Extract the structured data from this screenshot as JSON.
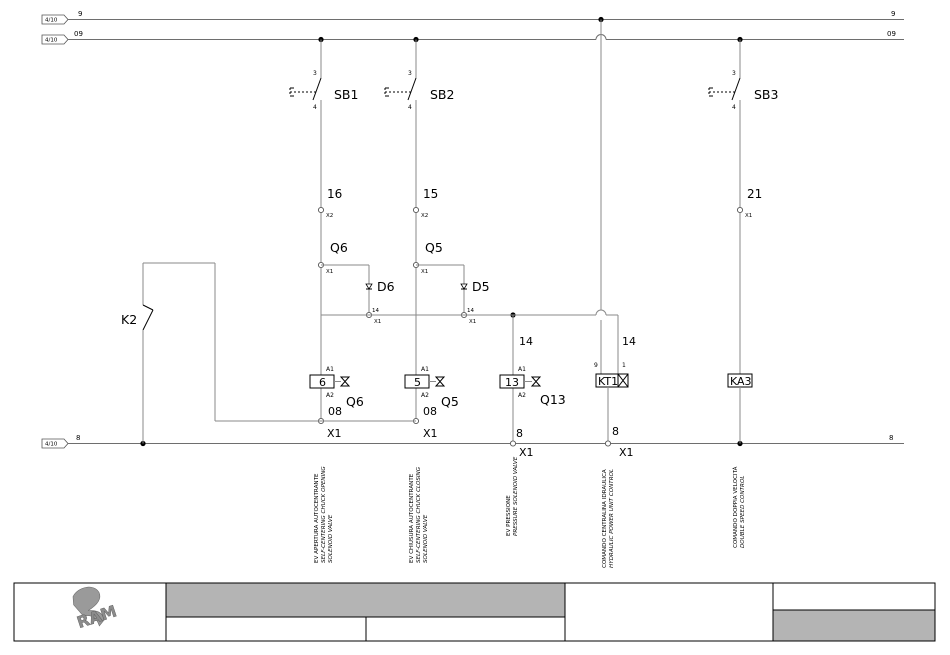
{
  "rails": {
    "r9": {
      "tag": "4/10",
      "left": "9",
      "right": "9"
    },
    "r09": {
      "tag": "4/10",
      "left": "09",
      "right": "09"
    },
    "r8": {
      "tag": "4/10",
      "left": "8",
      "right": "8"
    }
  },
  "buttons": [
    {
      "name": "SB1",
      "pin_top": "3",
      "pin_bot": "4"
    },
    {
      "name": "SB2",
      "pin_top": "3",
      "pin_bot": "4"
    },
    {
      "name": "SB3",
      "pin_top": "3",
      "pin_bot": "4"
    }
  ],
  "wires": {
    "w16": "16",
    "w15": "15",
    "w21": "21",
    "w14a": "14",
    "w14b": "14",
    "w14c": "14",
    "w8a": "8",
    "w8b": "8",
    "w08a": "08",
    "w08b": "08"
  },
  "terminals": {
    "x1": "X1",
    "x2": "X2"
  },
  "terminal_labels": {
    "tx_q6": "X1",
    "tx_q5": "X1",
    "tx_p": "X1",
    "tx_kt": "X1"
  },
  "components": {
    "q6": "Q6",
    "q5": "Q5",
    "q13": "Q13",
    "d6": "D6",
    "d5": "D5",
    "k2": "K2",
    "coil6": "6",
    "coil5": "5",
    "coil13": "13",
    "kt1": "KT1",
    "ka3": "KA3",
    "a1": "A1",
    "a2": "A2",
    "kt_pin_left": "9",
    "kt_pin_right": "1"
  },
  "descriptions": [
    {
      "it": "EV APERTURA AUTOCENTRANTE",
      "en1": "SELF-CENTERING CHUCK OPENING",
      "en2": "SOLENOID VALVE"
    },
    {
      "it": "EV CHIUSURA AUTOCENTRANTE",
      "en1": "SELF-CENTERING CHUCK CLOSING",
      "en2": "SOLENOID VALVE"
    },
    {
      "it": "EV PRESSIONE",
      "en1": "PRESSURE SOLENOID VALVE",
      "en2": ""
    },
    {
      "it": "COMANDO CENTRALINA IDRAULICA",
      "en1": "HYDRAULIC POWER UNIT CONTROL",
      "en2": ""
    },
    {
      "it": "COMANDO DOPPIA VELOCITÀ",
      "en1": "DOUBLE SPEED CONTROL",
      "en2": ""
    }
  ],
  "title_block": {
    "logo_text": "RAM",
    "logo_color": "#8c8c8c",
    "gray": "#b4b4b4"
  }
}
